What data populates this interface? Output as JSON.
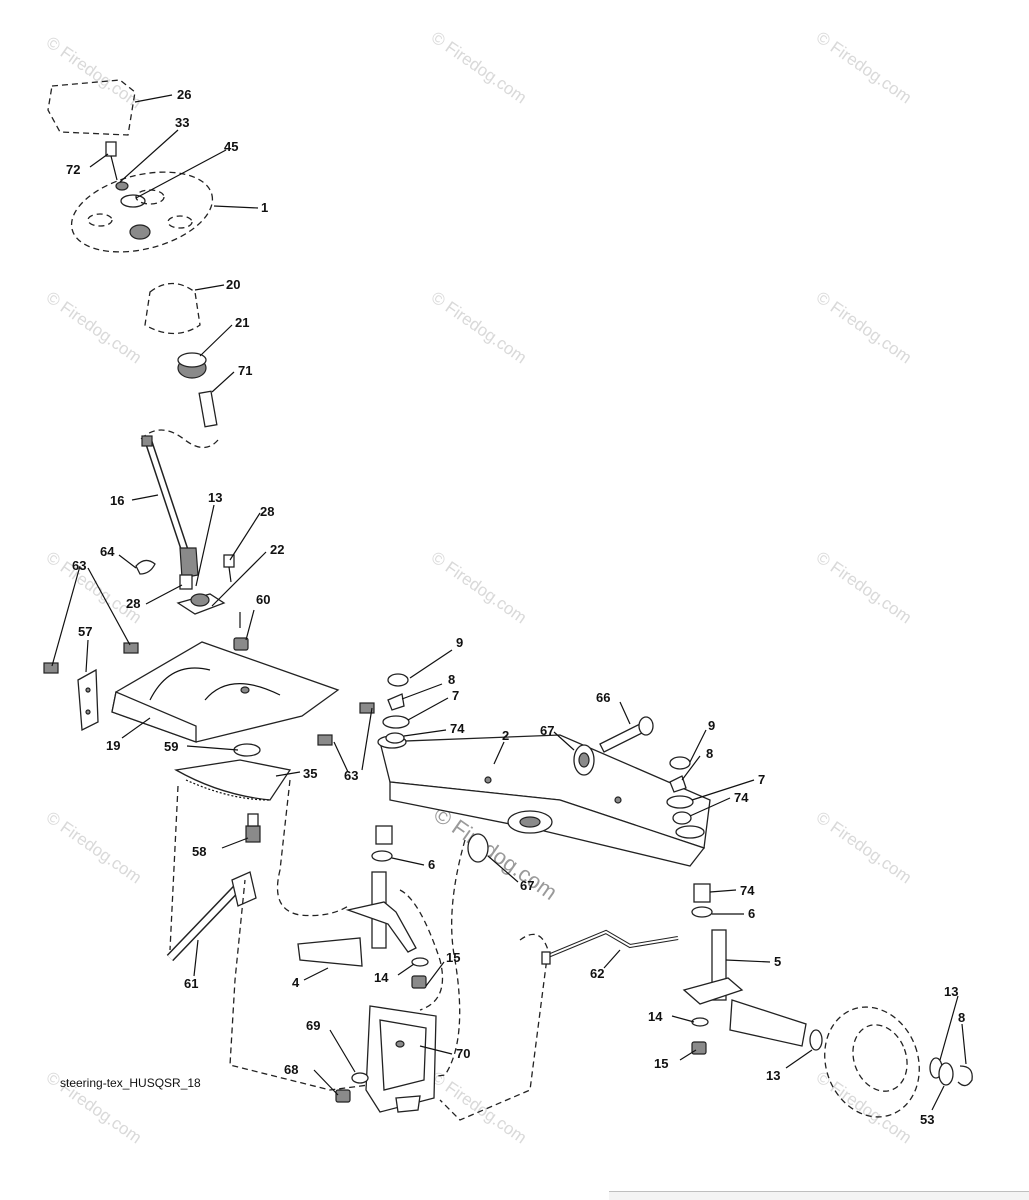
{
  "watermark": {
    "text": "Firedog.com",
    "symbol": "©"
  },
  "caption": "steering-tex_HUSQSR_18",
  "labels": [
    "26",
    "33",
    "72",
    "45",
    "1",
    "20",
    "21",
    "71",
    "16",
    "13",
    "28",
    "22",
    "64",
    "63",
    "28",
    "60",
    "57",
    "19",
    "59",
    "35",
    "63",
    "58",
    "61",
    "9",
    "8",
    "7",
    "74",
    "2",
    "66",
    "67",
    "9",
    "8",
    "7",
    "74",
    "6",
    "67",
    "74",
    "6",
    "4",
    "14",
    "15",
    "62",
    "5",
    "69",
    "70",
    "68",
    "14",
    "15",
    "13",
    "13",
    "8",
    "53"
  ]
}
